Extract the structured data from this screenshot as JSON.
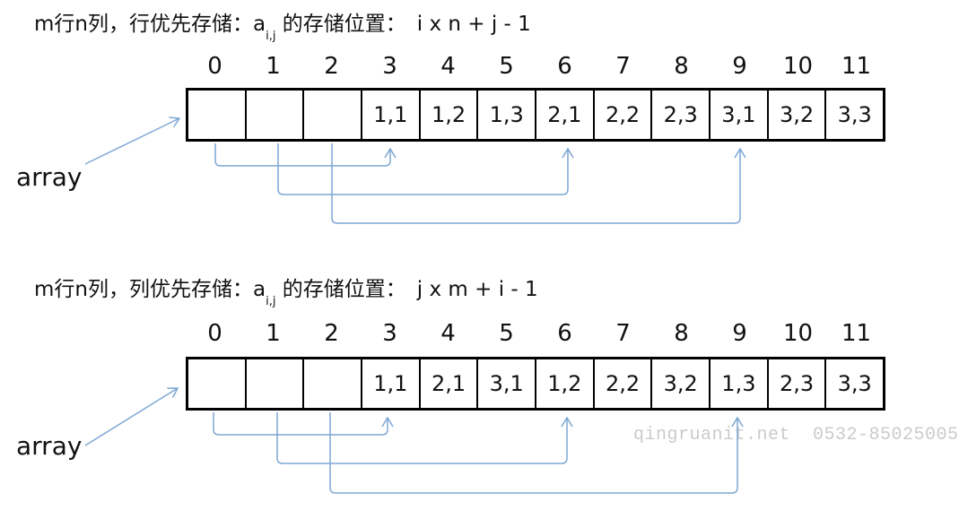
{
  "colors": {
    "arrow": "#7da7d4",
    "text": "#111111",
    "border": "#000000",
    "watermark": "#cbcbcb",
    "background": "#ffffff"
  },
  "watermark": "qingruanit.net  0532-85025005",
  "diagrams": [
    {
      "title": {
        "prefix": "m行n列，行优先存储：",
        "var_base": "a",
        "var_sub": "i,j",
        "mid": " 的存储位置：",
        "formula": "i x n + j - 1"
      },
      "indices": [
        "0",
        "1",
        "2",
        "3",
        "4",
        "5",
        "6",
        "7",
        "8",
        "9",
        "10",
        "11"
      ],
      "cells": [
        "",
        "",
        "",
        "1,1",
        "1,2",
        "1,3",
        "2,1",
        "2,2",
        "2,3",
        "3,1",
        "3,2",
        "3,3"
      ],
      "label": "array",
      "arrows": [
        {
          "from_index": 0,
          "to_index": 3
        },
        {
          "from_index": 1,
          "to_index": 6
        },
        {
          "from_index": 2,
          "to_index": 9
        }
      ]
    },
    {
      "title": {
        "prefix": "m行n列，列优先存储：",
        "var_base": "a",
        "var_sub": "i,j",
        "mid": " 的存储位置：",
        "formula": "j x m + i - 1"
      },
      "indices": [
        "0",
        "1",
        "2",
        "3",
        "4",
        "5",
        "6",
        "7",
        "8",
        "9",
        "10",
        "11"
      ],
      "cells": [
        "",
        "",
        "",
        "1,1",
        "2,1",
        "3,1",
        "1,2",
        "2,2",
        "3,2",
        "1,3",
        "2,3",
        "3,3"
      ],
      "label": "array",
      "arrows": [
        {
          "from_index": 0,
          "to_index": 3
        },
        {
          "from_index": 1,
          "to_index": 6
        },
        {
          "from_index": 2,
          "to_index": 9
        }
      ]
    }
  ]
}
